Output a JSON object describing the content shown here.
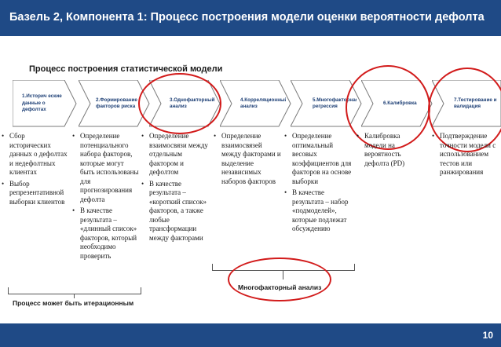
{
  "title": "Базель 2, Компонента 1: Процесс построения модели оценки вероятности дефолта",
  "page_number": "10",
  "subtitle": "Процесс построения статистической модели",
  "steps": [
    {
      "label": "1.Историч еские данные о дефолтах"
    },
    {
      "label": "2.Формирование факторов риска"
    },
    {
      "label": "3.Однофакторный анализ"
    },
    {
      "label": "4.Корреляционный анализ"
    },
    {
      "label": "5.Многофакторная регрессия"
    },
    {
      "label": "6.Калибровка"
    },
    {
      "label": "7.Тестирование и валидация"
    }
  ],
  "columns": [
    {
      "bullets": [
        "Сбор исторических данных о дефолтах и недефолтных клиентах",
        "Выбор репрезентативной выборки клиентов"
      ]
    },
    {
      "bullets": [
        "Определение потенциального набора факторов, которые могут быть использованы для прогнозирования дефолта",
        "В качестве результата – «длинный список» факторов, который необходимо проверить"
      ]
    },
    {
      "bullets": [
        "Определение взаимосвязи между отдельным фактором и дефолтом",
        "В качестве результата – «короткий список» факторов, а также любые трансформации между факторами"
      ]
    },
    {
      "bullets": [
        "Определение взаимосвязей между факторами и выделение независимых наборов факторов"
      ]
    },
    {
      "bullets": [
        "Определение оптимальный весовых коэффициентов для факторов на основе выборки",
        "В качестве результата – набор «подмоделей», которые подлежат обсуждению"
      ]
    },
    {
      "bullets": [
        "Калибровка модели на вероятность дефолта (PD)"
      ]
    },
    {
      "bullets": [
        "Подтверждение точности модели с использованием тестов или ранжирования"
      ]
    }
  ],
  "iteration_label": "Процесс может быть итерационным",
  "multifactor_label": "Многофакторный анализ",
  "colors": {
    "header_bg": "#1f4a86",
    "arrow_fill": "#ffffff",
    "arrow_stroke": "#7a7a7a",
    "highlight": "#d21b1b"
  }
}
